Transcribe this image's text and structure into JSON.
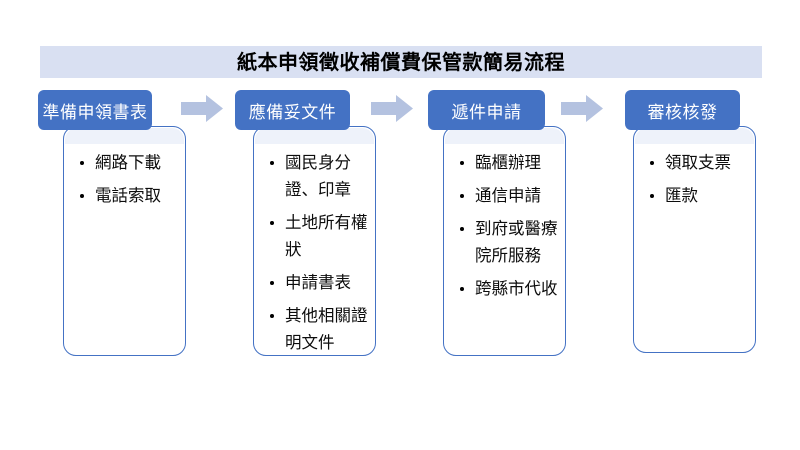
{
  "title": {
    "text": "紙本申領徵收補償費保管款簡易流程",
    "banner_color": "#d9e0f2",
    "text_color": "#000000"
  },
  "theme": {
    "accent_blue": "#4472c4",
    "arrow_color": "#b4c2e0",
    "box_border": "#4472c4",
    "box_fill": "#ffffff",
    "box_tint": "#eef2fa"
  },
  "stages": [
    {
      "id": "prepare-forms",
      "header": "準備申領書表",
      "items": [
        "網路下載",
        "電話索取"
      ]
    },
    {
      "id": "prepare-documents",
      "header": "應備妥文件",
      "items": [
        "國民身分證、印章",
        "土地所有權狀",
        "申請書表",
        "其他相關證明文件"
      ]
    },
    {
      "id": "submit-application",
      "header": "遞件申請",
      "items": [
        "臨櫃辦理",
        "通信申請",
        "到府或醫療院所服務",
        "跨縣市代收"
      ]
    },
    {
      "id": "review-and-issue",
      "header": "審核核發",
      "items": [
        "領取支票",
        "匯款"
      ]
    }
  ],
  "arrows": [
    {
      "id": "arrow-1",
      "from": "prepare-forms",
      "to": "prepare-documents"
    },
    {
      "id": "arrow-2",
      "from": "prepare-documents",
      "to": "submit-application"
    },
    {
      "id": "arrow-3",
      "from": "submit-application",
      "to": "review-and-issue"
    }
  ]
}
